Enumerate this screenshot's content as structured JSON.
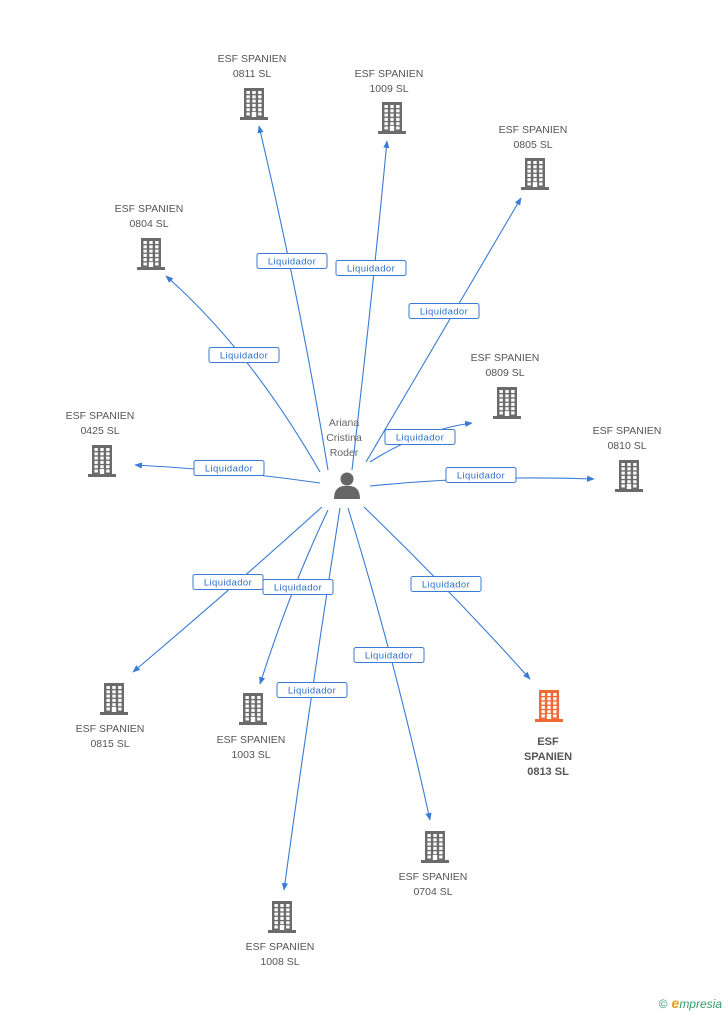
{
  "center": {
    "name_lines": [
      "Ariana",
      "Cristina",
      "Roder"
    ],
    "icon": "person-icon"
  },
  "edge_label": "Liquidador",
  "colors": {
    "edge": "#3a7bd5",
    "building": "#6b6b6b",
    "highlight": "#f06a35"
  },
  "nodes": [
    {
      "id": "n0811",
      "lines": [
        "ESF SPANIEN",
        "0811 SL"
      ],
      "highlight": false
    },
    {
      "id": "n1009",
      "lines": [
        "ESF SPANIEN",
        "1009 SL"
      ],
      "highlight": false
    },
    {
      "id": "n0805",
      "lines": [
        "ESF SPANIEN",
        "0805 SL"
      ],
      "highlight": false
    },
    {
      "id": "n0804",
      "lines": [
        "ESF SPANIEN",
        "0804 SL"
      ],
      "highlight": false
    },
    {
      "id": "n0809",
      "lines": [
        "ESF SPANIEN",
        "0809 SL"
      ],
      "highlight": false
    },
    {
      "id": "n0425",
      "lines": [
        "ESF SPANIEN",
        "0425 SL"
      ],
      "highlight": false
    },
    {
      "id": "n0810",
      "lines": [
        "ESF SPANIEN",
        "0810 SL"
      ],
      "highlight": false
    },
    {
      "id": "n0815",
      "lines": [
        "ESF SPANIEN",
        "0815 SL"
      ],
      "highlight": false
    },
    {
      "id": "n1003",
      "lines": [
        "ESF SPANIEN",
        "1003 SL"
      ],
      "highlight": false
    },
    {
      "id": "n0813",
      "lines": [
        "ESF",
        "SPANIEN",
        "0813 SL"
      ],
      "highlight": true
    },
    {
      "id": "n0704",
      "lines": [
        "ESF SPANIEN",
        "0704 SL"
      ],
      "highlight": false
    },
    {
      "id": "n1008",
      "lines": [
        "ESF SPANIEN",
        "1008 SL"
      ],
      "highlight": false
    }
  ],
  "footer": {
    "copyright": "©",
    "brand_initial": "e",
    "brand_rest": "mpresia"
  }
}
